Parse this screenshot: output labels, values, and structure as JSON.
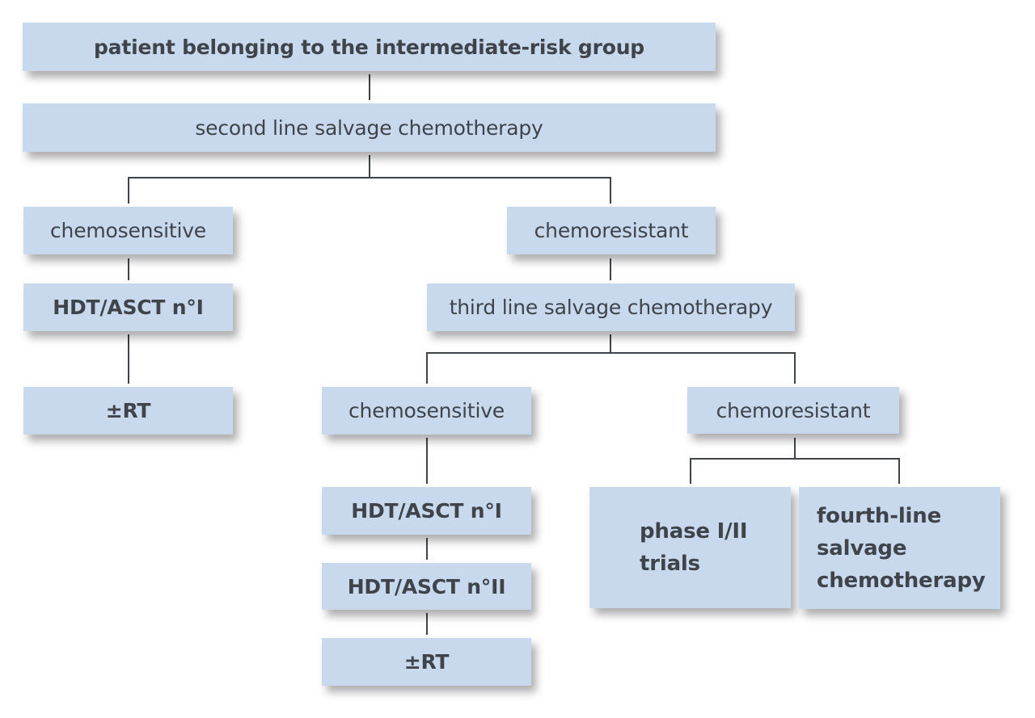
{
  "diagram": {
    "title": "Treatment algorithm for intermediate-risk group",
    "nodes": {
      "root": "patient belonging to the intermediate-risk group",
      "second_line": "second line salvage chemotherapy",
      "left_chemosensitive": "chemosensitive",
      "left_hdt_1": "HDT/ASCT n°I",
      "left_rt": "±RT",
      "chemoresistant_1": "chemoresistant",
      "third_line": "third line salvage chemotherapy",
      "mid_chemosensitive": "chemosensitive",
      "mid_hdt_1": "HDT/ASCT n°I",
      "mid_hdt_2": "HDT/ASCT n°II",
      "mid_rt": "±RT",
      "chemoresistant_2": "chemoresistant",
      "phase_trials": [
        "phase I/II",
        "trials"
      ],
      "fourth_line": [
        "fourth-line",
        "salvage",
        "chemotherapy"
      ]
    },
    "edges": [
      [
        "root",
        "second_line"
      ],
      [
        "second_line",
        "left_chemosensitive"
      ],
      [
        "second_line",
        "chemoresistant_1"
      ],
      [
        "left_chemosensitive",
        "left_hdt_1"
      ],
      [
        "left_hdt_1",
        "left_rt"
      ],
      [
        "chemoresistant_1",
        "third_line"
      ],
      [
        "third_line",
        "mid_chemosensitive"
      ],
      [
        "third_line",
        "chemoresistant_2"
      ],
      [
        "mid_chemosensitive",
        "mid_hdt_1"
      ],
      [
        "mid_hdt_1",
        "mid_hdt_2"
      ],
      [
        "mid_hdt_2",
        "mid_rt"
      ],
      [
        "chemoresistant_2",
        "phase_trials"
      ],
      [
        "chemoresistant_2",
        "fourth_line"
      ]
    ],
    "colors": {
      "box_fill": "#c8d9ee",
      "text": "#3f444a",
      "connector": "#3f444a",
      "background": "#ffffff"
    }
  }
}
